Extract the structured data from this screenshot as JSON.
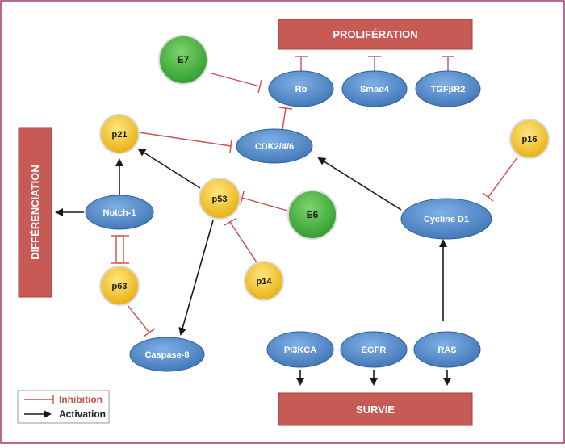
{
  "boxes": {
    "proliferation": "PROLIFÉRATION",
    "survie": "SURVIE",
    "differenciation": "DIFFÉRENCIATION"
  },
  "nodes": {
    "e7": "E7",
    "rb": "Rb",
    "smad4": "Smad4",
    "tgfbr2": "TGFβR2",
    "p21": "p21",
    "cdk": "CDK2/4/6",
    "p16": "p16",
    "notch1": "Notch-1",
    "p53": "p53",
    "e6": "E6",
    "cyclined1": "Cycline D1",
    "p63": "p63",
    "p14": "p14",
    "caspase8": "Caspase-8",
    "pi3kca": "PI3KCA",
    "egfr": "EGFR",
    "ras": "RAS"
  },
  "legend": {
    "inhibition": "Inhibition",
    "activation": "Activation"
  },
  "colors": {
    "inhibition": "#c8504f",
    "activation": "#1a1a1a",
    "box_fill": "#c85a56",
    "blue_node": "#4f86c6",
    "yellow_node": "#f2c21b",
    "green_node": "#3aaa35",
    "frame": "#9c3a6e"
  }
}
